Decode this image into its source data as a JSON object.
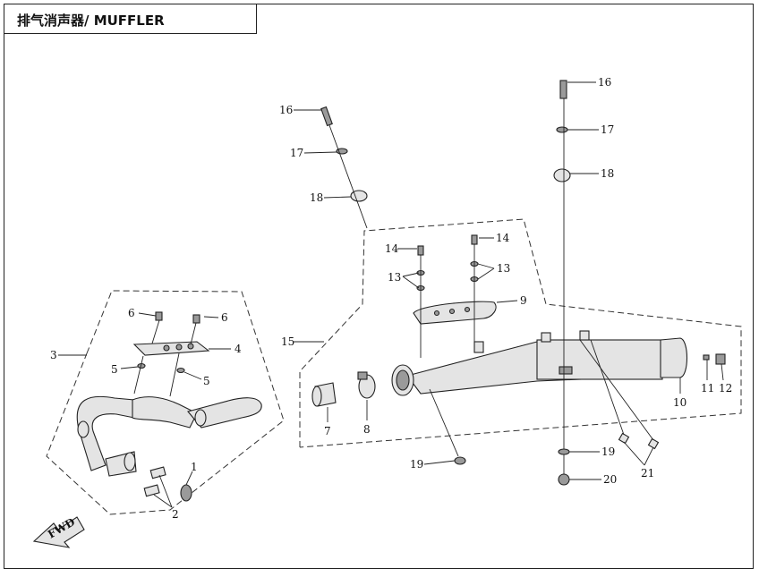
{
  "title": "排气消声器/ MUFFLER",
  "fwd_label": "FWD",
  "part_labels": {
    "p1": "1",
    "p2": "2",
    "p3": "3",
    "p4": "4",
    "p5a": "5",
    "p5b": "5",
    "p6a": "6",
    "p6b": "6",
    "p7": "7",
    "p8": "8",
    "p9": "9",
    "p10": "10",
    "p11": "11",
    "p12": "12",
    "p13a": "13",
    "p13b": "13",
    "p14a": "14",
    "p14b": "14",
    "p15": "15",
    "p16a": "16",
    "p16b": "16",
    "p17a": "17",
    "p17b": "17",
    "p18a": "18",
    "p18b": "18",
    "p19a": "19",
    "p19b": "19",
    "p20": "20",
    "p21": "21"
  }
}
